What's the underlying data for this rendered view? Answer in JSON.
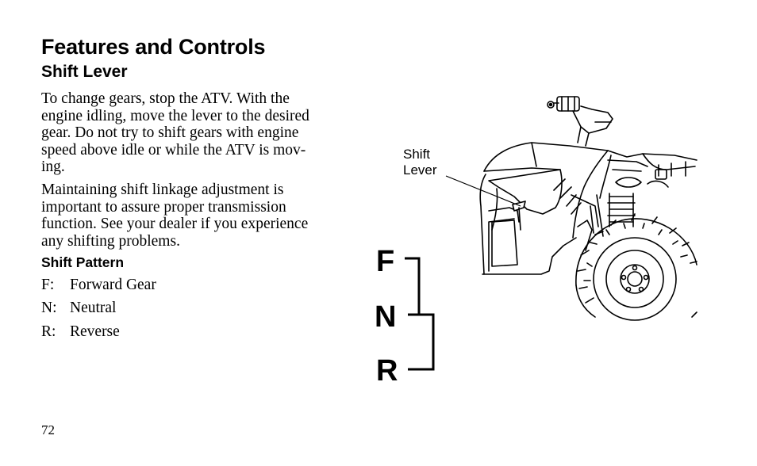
{
  "header": {
    "section_title": "Features and Controls",
    "subsection_title": "Shift Lever"
  },
  "body": {
    "paragraph_1": "To change gears, stop the ATV. With the engine idling, move the lever to the desired gear. Do not try to shift gears with engine speed above idle or while the ATV is mov-ing.",
    "paragraph_1_lines": [
      "To change gears, stop the ATV. With the",
      "engine idling, move the lever to the desired",
      "gear. Do not try to shift gears with engine",
      "speed above idle or while the ATV is mov-",
      "ing."
    ],
    "paragraph_2_lines": [
      "Maintaining shift linkage adjustment is",
      "important to assure proper transmission",
      "function. See your dealer if you experience",
      "any shifting problems."
    ]
  },
  "shift_pattern": {
    "heading": "Shift Pattern",
    "rows": [
      {
        "key": "F:",
        "value": "Forward Gear"
      },
      {
        "key": "N:",
        "value": "Neutral"
      },
      {
        "key": "R:",
        "value": "Reverse"
      }
    ]
  },
  "illustration": {
    "callout_line_1": "Shift",
    "callout_line_2": "Lever",
    "gear_letters": [
      "F",
      "N",
      "R"
    ]
  },
  "footer": {
    "page_number": "72"
  }
}
